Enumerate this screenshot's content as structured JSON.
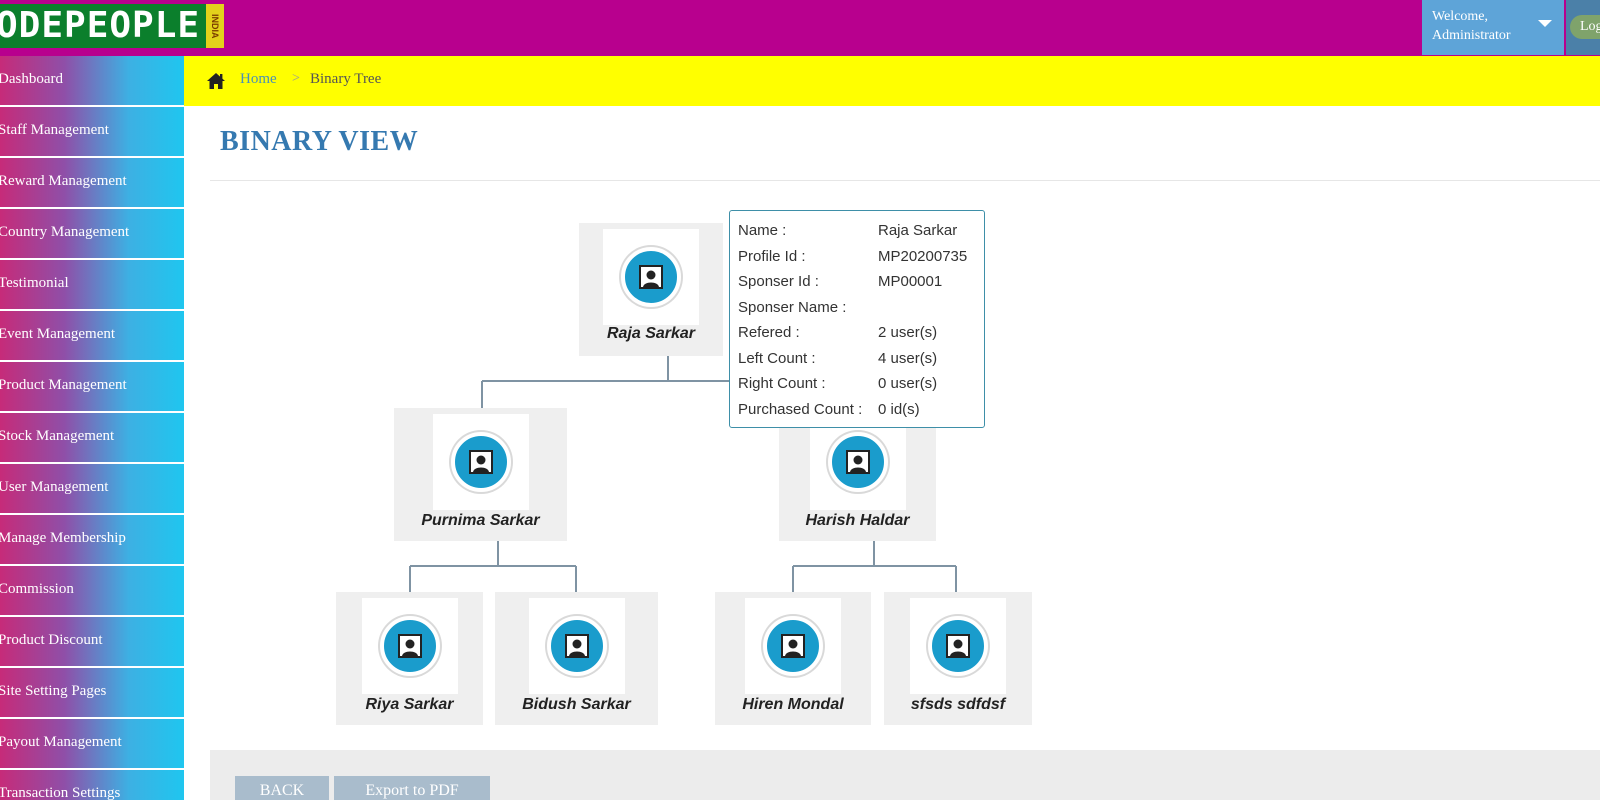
{
  "brand": {
    "logo_text": "ODEPEOPLE",
    "logo_tag": "INDIA"
  },
  "header": {
    "welcome": "Welcome,",
    "user": "Administrator",
    "logout_label": "Log"
  },
  "sidebar": {
    "items": [
      {
        "label": "Dashboard"
      },
      {
        "label": "Staff Management"
      },
      {
        "label": "Reward Management"
      },
      {
        "label": "Country Management"
      },
      {
        "label": "Testimonial"
      },
      {
        "label": "Event Management"
      },
      {
        "label": "Product Management"
      },
      {
        "label": "Stock Management"
      },
      {
        "label": "User Management"
      },
      {
        "label": "Manage Membership"
      },
      {
        "label": "Commission"
      },
      {
        "label": "Product Discount"
      },
      {
        "label": "Site Setting Pages"
      },
      {
        "label": "Payout Management"
      },
      {
        "label": "Transaction Settings"
      }
    ]
  },
  "breadcrumb": {
    "home": "Home",
    "separator": ">",
    "current": "Binary Tree"
  },
  "page": {
    "title": "BINARY VIEW"
  },
  "tree": {
    "root": {
      "name": "Raja Sarkar"
    },
    "level1": [
      {
        "name": "Purnima Sarkar"
      },
      {
        "name": "Harish Haldar"
      }
    ],
    "level2": [
      {
        "name": "Riya Sarkar"
      },
      {
        "name": "Bidush Sarkar"
      },
      {
        "name": "Hiren Mondal"
      },
      {
        "name": "sfsds sdfdsf"
      }
    ]
  },
  "tooltip": {
    "rows": [
      {
        "label": "Name :",
        "value": "Raja Sarkar"
      },
      {
        "label": "Profile Id :",
        "value": "MP20200735"
      },
      {
        "label": "Sponser Id :",
        "value": "MP00001"
      },
      {
        "label": "Sponser Name :",
        "value": ""
      },
      {
        "label": "Refered :",
        "value": "2 user(s)"
      },
      {
        "label": "Left Count :",
        "value": "4 user(s)"
      },
      {
        "label": "Right Count :",
        "value": "0 user(s)"
      },
      {
        "label": "Purchased Count :",
        "value": "0 id(s)"
      }
    ]
  },
  "actions": {
    "back_label": "BACK",
    "export_label": "Export to PDF"
  },
  "colors": {
    "topbar": "#b8008e",
    "breadcrumb_bar": "#ffff00",
    "title": "#3579b0",
    "avatar": "#1a9ccc",
    "button": "#a9bccc"
  },
  "icons": {
    "home": "home-icon",
    "user": "user-avatar-icon",
    "caret": "caret-down-icon"
  }
}
